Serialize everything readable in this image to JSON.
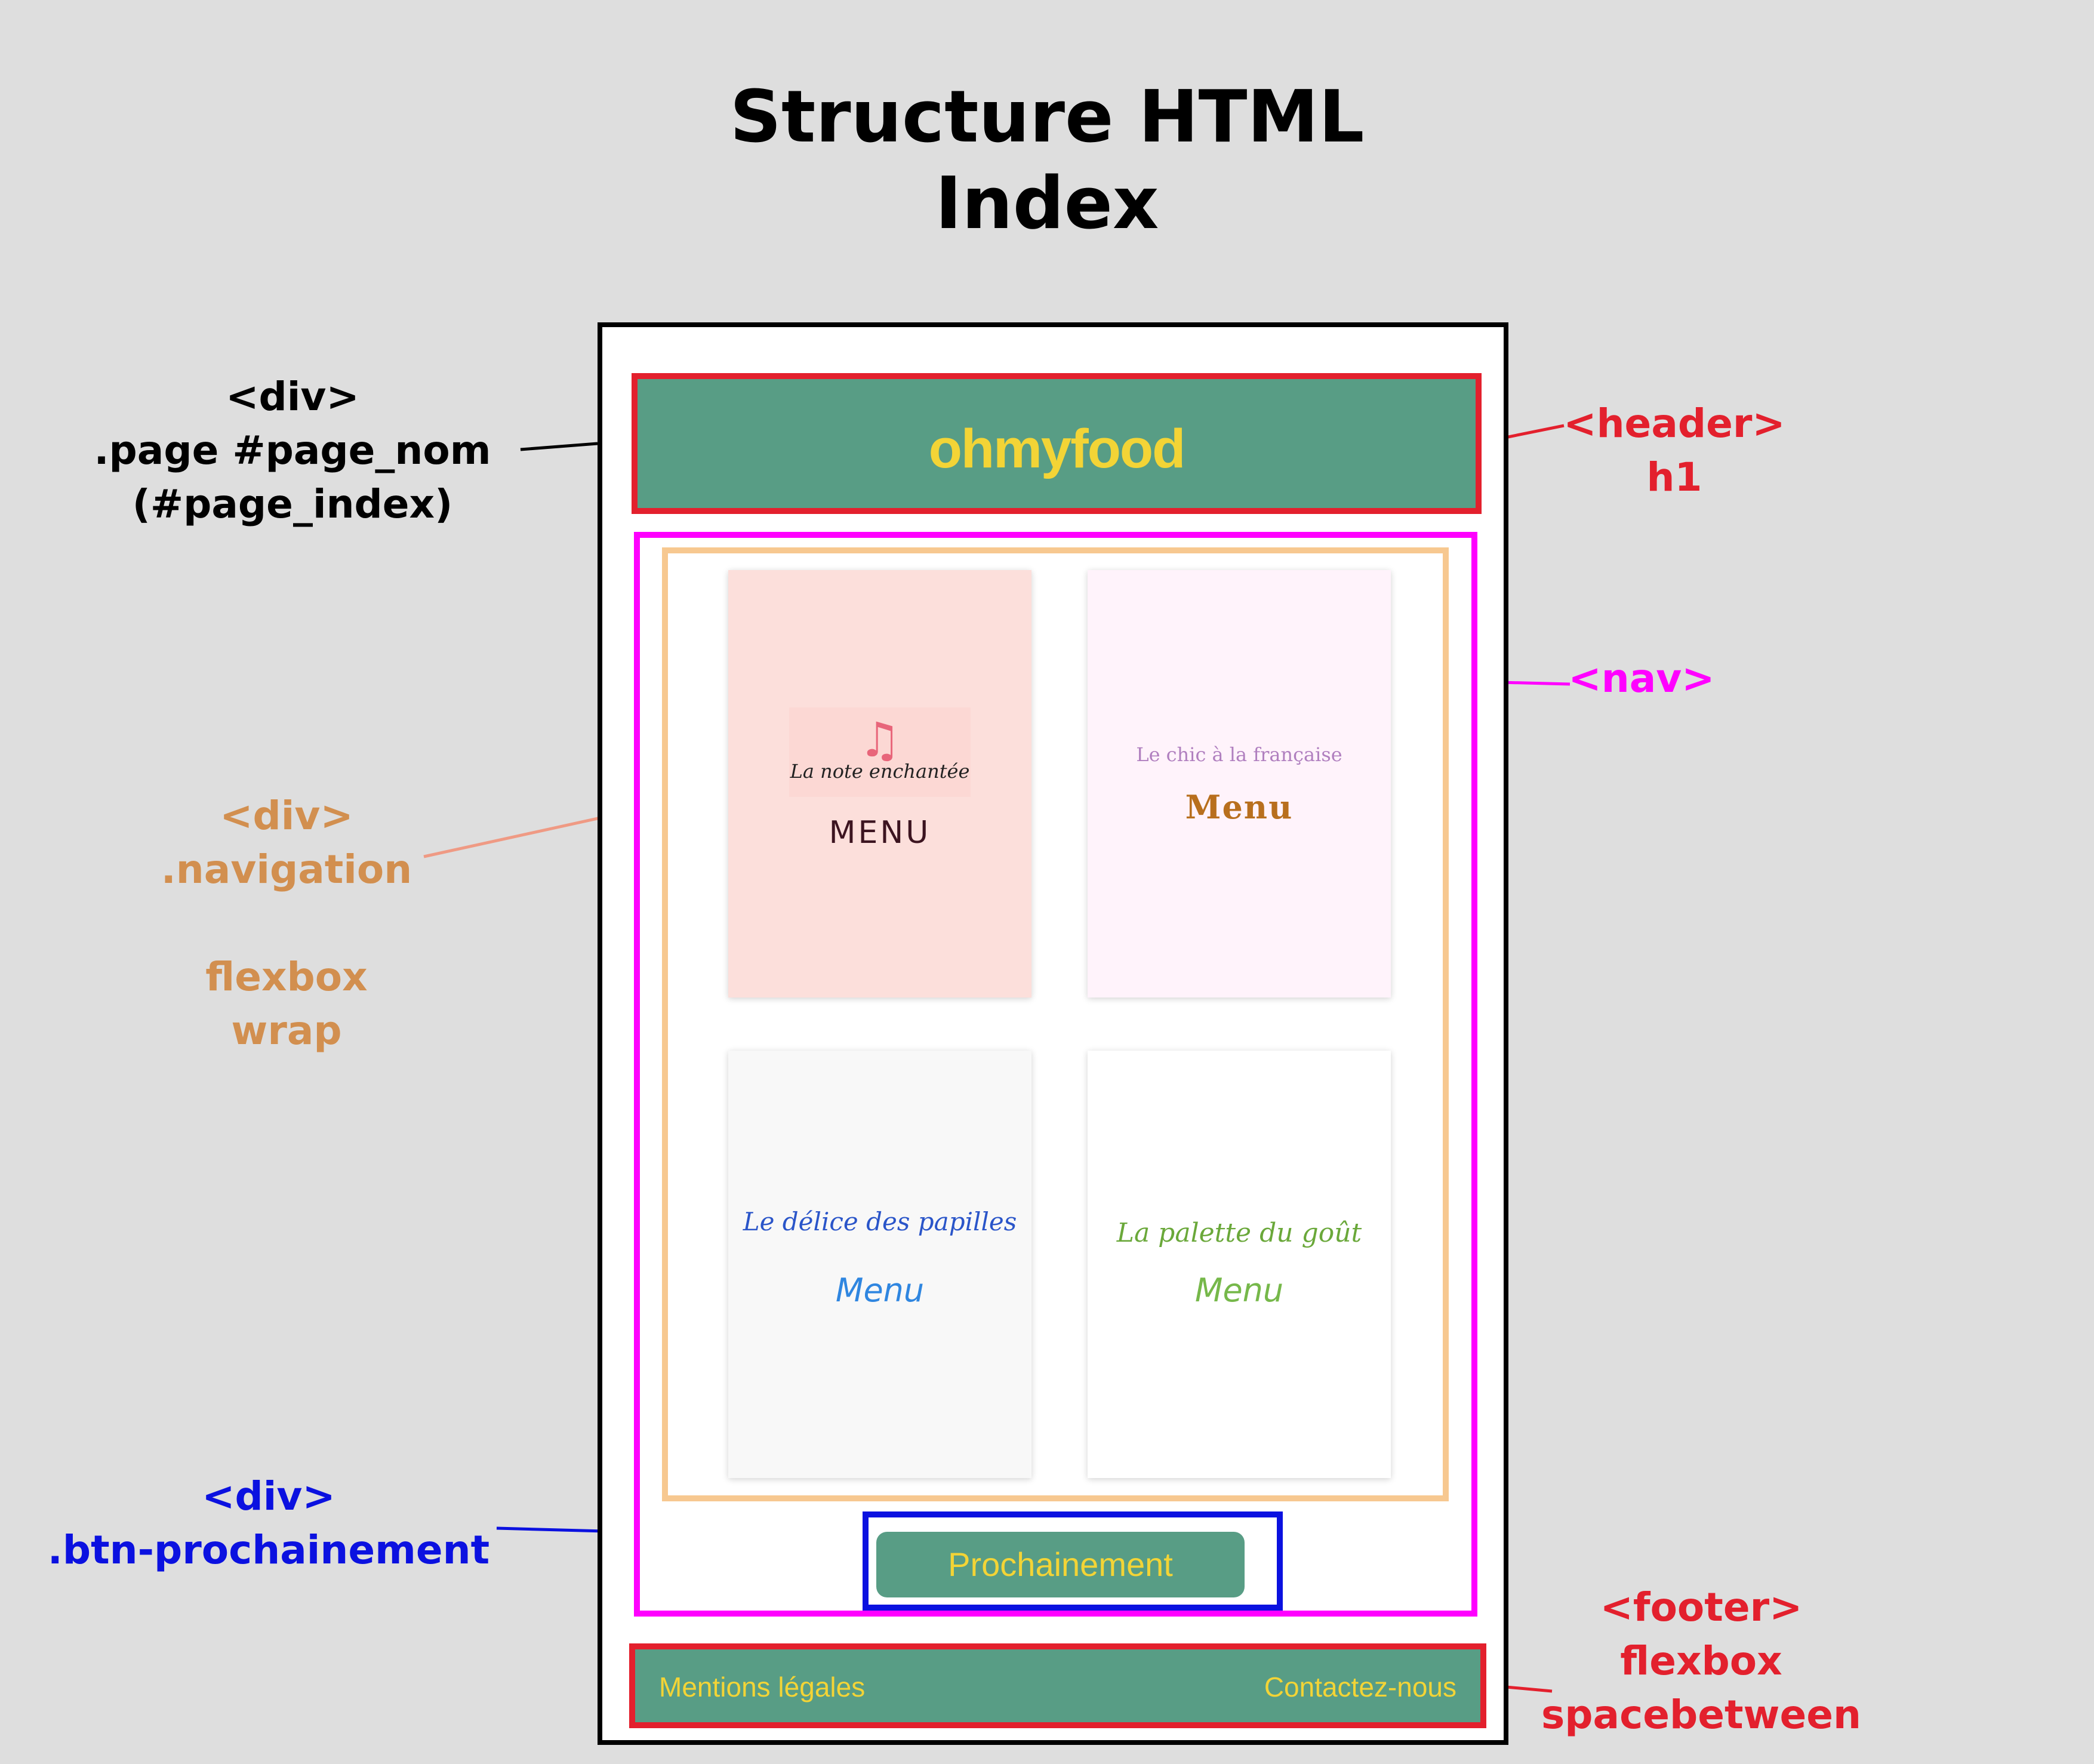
{
  "title": {
    "line1": "Structure HTML",
    "line2": "Index"
  },
  "labels": {
    "page": [
      "<div>",
      ".page #page_nom",
      "(#page_index)"
    ],
    "header": [
      "<header>",
      "h1"
    ],
    "nav": [
      "<nav>"
    ],
    "navigation": [
      "<div>",
      ".navigation",
      "",
      "flexbox",
      "wrap"
    ],
    "btn": [
      "<div>",
      ".btn-prochainement"
    ],
    "footer": [
      "<footer>",
      "flexbox",
      "spacebetween"
    ]
  },
  "mockup": {
    "logo": "ohmyfood",
    "cards": [
      {
        "name": "La note enchantée",
        "menu": "MENU",
        "icon": "music-note-icon"
      },
      {
        "name": "Le chic à la française",
        "menu": "Menu"
      },
      {
        "name": "Le délice des papilles",
        "menu": "Menu"
      },
      {
        "name": "La palette du goût",
        "menu": "Menu"
      }
    ],
    "button": "Prochainement",
    "footer_left": "Mentions légales",
    "footer_right": "Contactez-nous"
  },
  "colors": {
    "background": "#dedede",
    "header_outline": "#e3202d",
    "nav_outline": "#ff00ff",
    "navigation_outline": "#f7c890",
    "button_outline": "#0b11e0",
    "brand_green": "#589d85",
    "brand_yellow": "#f3d436"
  }
}
